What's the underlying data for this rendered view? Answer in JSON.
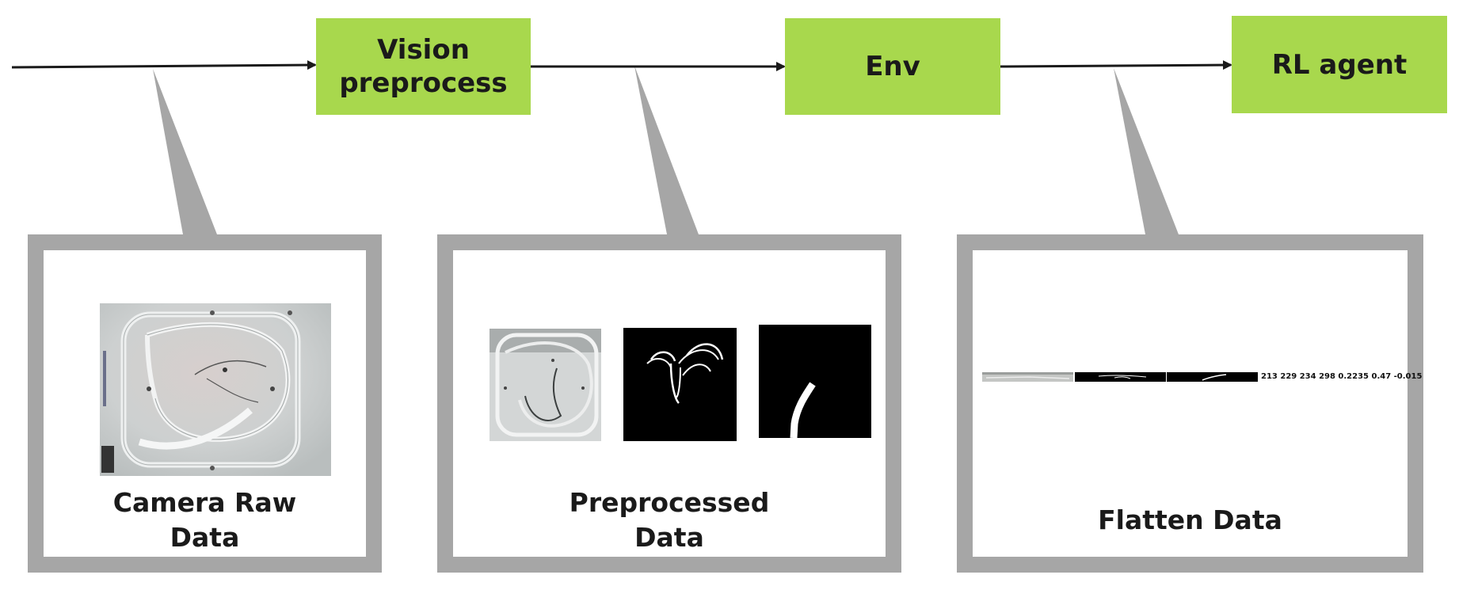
{
  "pipeline": {
    "vision_label": "Vision\npreprocess",
    "env_label": "Env",
    "agent_label": "RL agent"
  },
  "panels": {
    "camera_caption": "Camera Raw\nData",
    "preprocessed_caption": "Preprocessed\nData",
    "flatten_caption": "Flatten Data"
  },
  "flatten_values": "213 229 234 298 0.2235 0.47 -0.015",
  "colors": {
    "box_green": "#a8d84d",
    "frame_gray": "#a6a6a6",
    "arrow": "#1a1a1a"
  }
}
